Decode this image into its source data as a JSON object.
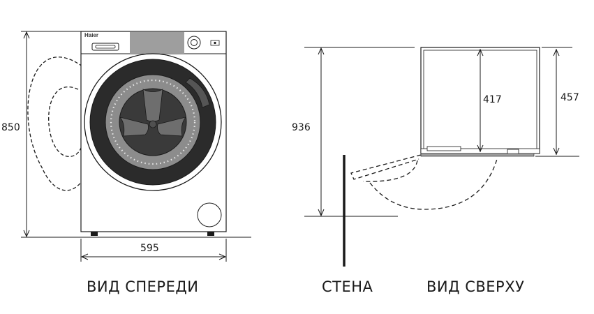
{
  "front_view": {
    "brand": "Haier",
    "height_mm": "850",
    "width_mm": "595",
    "caption": "ВИД СПЕРЕДИ"
  },
  "top_view": {
    "total_depth_mm": "936",
    "inner_depth_mm": "417",
    "body_depth_mm": "457",
    "caption": "ВИД СВЕРХУ"
  },
  "wall_label": "СТЕНА",
  "colors": {
    "line": "#1a1a1a",
    "panel_grey": "#9e9e9e",
    "drum_dark": "#2b2b2b",
    "drum_ring": "#8c8c8c"
  }
}
